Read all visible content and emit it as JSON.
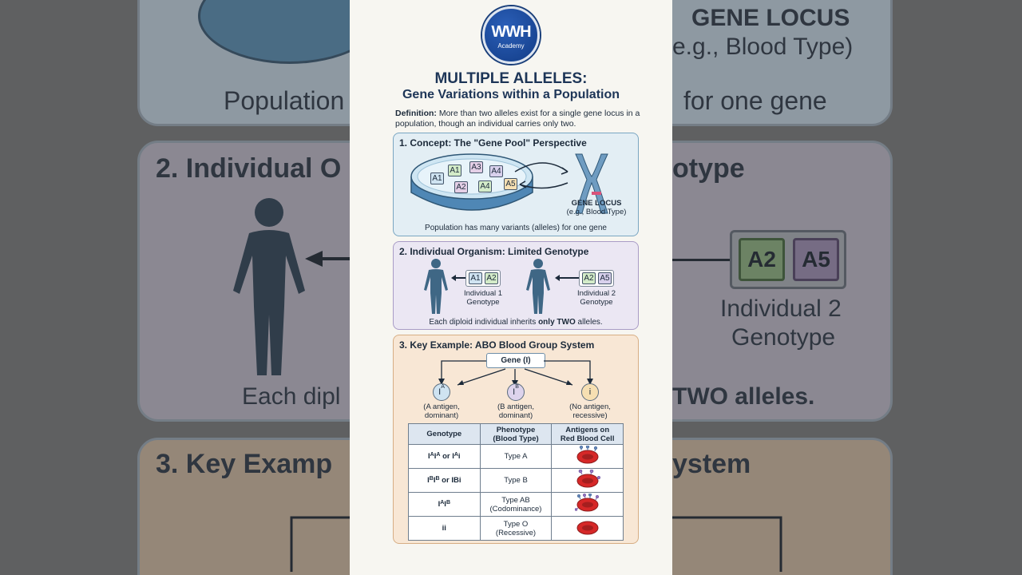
{
  "background": {
    "top_left_text": "Population",
    "top_right_heading": "GENE LOCUS",
    "top_right_sub": "e.g., Blood Type)",
    "top_right_caption": "for one gene",
    "mid_left_heading": "2. Individual O",
    "mid_right_heading": "otype",
    "right_chips": [
      "A2",
      "A5"
    ],
    "right_label_1": "Individual 2",
    "right_label_2": "Genotype",
    "left_bottom_text": "Each dipl",
    "right_bottom_text": "TWO alleles.",
    "left_lower_heading": "3. Key Examp",
    "right_lower_heading": "ystem"
  },
  "logo": {
    "main": "WWH",
    "sub": "Academy"
  },
  "title": {
    "line1": "MULTIPLE ALLELES:",
    "line2": "Gene Variations within a Population"
  },
  "definition": {
    "label": "Definition:",
    "text": "More than two alleles exist for a single gene locus in a population, though an individual carries only two."
  },
  "section1": {
    "title": "1. Concept: The \"Gene Pool\" Perspective",
    "alleles": [
      "A1",
      "A3",
      "A4",
      "A1",
      "A2",
      "A4",
      "A5"
    ],
    "locus_label": "GENE LOCUS",
    "locus_sub": "(e.g., Blood Type)",
    "caption": "Population has many variants (alleles) for one gene"
  },
  "section2": {
    "title": "2. Individual Organism: Limited Genotype",
    "individual1": {
      "alleles": [
        "A1",
        "A2"
      ],
      "label1": "Individual 1",
      "label2": "Genotype"
    },
    "individual2": {
      "alleles": [
        "A2",
        "A5"
      ],
      "label1": "Individual 2",
      "label2": "Genotype"
    },
    "caption_pre": "Each diploid individual inherits",
    "caption_bold": "only TWO",
    "caption_post": "alleles."
  },
  "section3": {
    "title": "3. Key Example: ABO Blood Group System",
    "gene": "Gene (I)",
    "alleles": [
      {
        "symbol": "I",
        "sup": "A",
        "desc1": "(A antigen,",
        "desc2": "dominant)"
      },
      {
        "symbol": "I",
        "sup": "B",
        "desc1": "(B antigen,",
        "desc2": "dominant)"
      },
      {
        "symbol": "i",
        "sup": "",
        "desc1": "(No antigen,",
        "desc2": "recessive)"
      }
    ],
    "table": {
      "headers": [
        "Genotype",
        "Phenotype (Blood Type)",
        "Antigens on Red Blood Cell"
      ],
      "header_lines": [
        [
          "Genotype"
        ],
        [
          "Phenotype",
          "(Blood Type)"
        ],
        [
          "Antigens on",
          "Red Blood Cell"
        ]
      ],
      "rows": [
        {
          "genotype": "IAIA or IAi",
          "phenotype1": "Type A",
          "phenotype2": ""
        },
        {
          "genotype": "IBIB or IBi",
          "phenotype1": "Type B",
          "phenotype2": ""
        },
        {
          "genotype": "IAIB",
          "phenotype1": "Type AB",
          "phenotype2": "(Codominance)"
        },
        {
          "genotype": "ii",
          "phenotype1": "Type O",
          "phenotype2": "(Recessive)"
        }
      ]
    }
  },
  "colors": {
    "title": "#1d3557",
    "section1_bg": "#e3eef4",
    "section2_bg": "#ebe7f3",
    "section3_bg": "#f8e7d5",
    "rbc": "#d62828",
    "allele_A1": "#cfe3f1",
    "allele_A2": "#d3ebc8",
    "allele_A3": "#e4cfe6",
    "allele_A4": "#d8d0ec",
    "allele_A5": "#f6dfb2"
  }
}
